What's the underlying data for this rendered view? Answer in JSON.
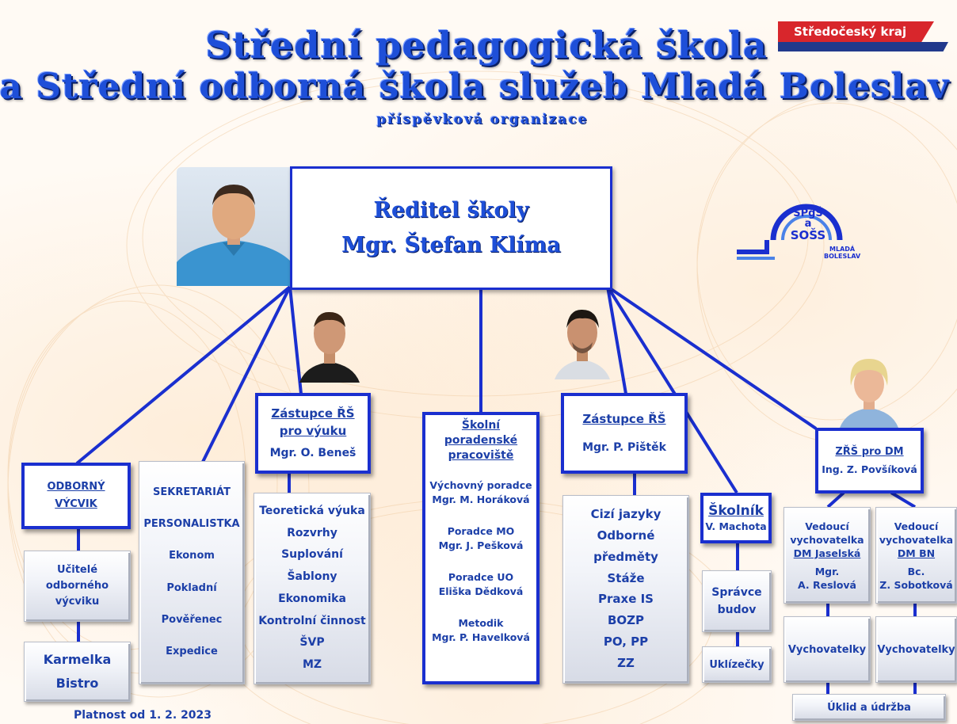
{
  "header": {
    "line1": "Střední pedagogická škola",
    "line2": "a Střední odborná škola služeb Mladá Boleslav",
    "line3": "příspěvková organizace"
  },
  "region_badge": "Středočeský kraj",
  "logo": {
    "l1": "SPgŠ",
    "l2": "a",
    "l3": "SOŠS",
    "l4": "MLADÁ",
    "l5": "BOLESLAV"
  },
  "director": {
    "title": "Ředitel školy",
    "name": "Mgr. Štefan Klíma"
  },
  "odborny": {
    "l1": "ODBORNÝ",
    "l2": "VÝCVIK"
  },
  "ucitele": {
    "l1": "Učitelé",
    "l2": "odborného",
    "l3": "výcviku"
  },
  "karmelka": {
    "l1": "Karmelka",
    "l2": "Bistro"
  },
  "sekretariat": [
    "SEKRETARIÁT",
    "PERSONALISTKA",
    "Ekonom",
    "Pokladní",
    "Pověřenec",
    "Expedice"
  ],
  "zastupce_vyuka": {
    "l1": "Zástupce ŘŠ",
    "l2": "pro výuku",
    "name": "Mgr. O. Beneš"
  },
  "vyuka_items": [
    "Teoretická výuka",
    "Rozvrhy",
    "Suplování",
    "Šablony",
    "Ekonomika",
    "Kontrolní činnost",
    "ŠVP",
    "MZ"
  ],
  "skolni": {
    "l1": "Školní",
    "l2": "poradenské",
    "l3": "pracoviště",
    "groups": [
      {
        "role": "Výchovný poradce",
        "name": "Mgr. M. Horáková"
      },
      {
        "role": "Poradce MO",
        "name": "Mgr. J. Pešková"
      },
      {
        "role": "Poradce UO",
        "name": "Eliška Dědková"
      },
      {
        "role": "Metodik",
        "name": "Mgr. P. Havelková"
      }
    ]
  },
  "zastupce2": {
    "l1": "Zástupce ŘŠ",
    "name": "Mgr. P. Pištěk"
  },
  "zastupce2_items": [
    "Cizí jazyky",
    "Odborné",
    "předměty",
    "Stáže",
    "Praxe IS",
    "BOZP",
    "PO, PP",
    "ZZ"
  ],
  "skolnik": {
    "title": "Školník",
    "name": "V. Machota"
  },
  "spravce": {
    "l1": "Správce",
    "l2": "budov"
  },
  "uklizecky": "Uklízečky",
  "zrs_dm": {
    "title": "ZŘŠ pro DM",
    "name": "Ing. Z. Povšíková"
  },
  "dm_jaselska": {
    "l1": "Vedoucí",
    "l2": "vychovatelka",
    "l3": "DM Jaselská",
    "l4": "Mgr.",
    "l5": "A. Reslová"
  },
  "dm_bn": {
    "l1": "Vedoucí",
    "l2": "vychovatelka",
    "l3": "DM BN",
    "l4": "Bc.",
    "l5": "Z. Sobotková"
  },
  "vychovatelky": "Vychovatelky",
  "uklid": "Úklid a údržba",
  "footer": "Platnost od 1. 2. 2023",
  "colors": {
    "accent": "#1a2fcf",
    "title_blue": "#1e4fd8",
    "badge_red": "#d8262c",
    "badge_blue": "#21398c"
  }
}
